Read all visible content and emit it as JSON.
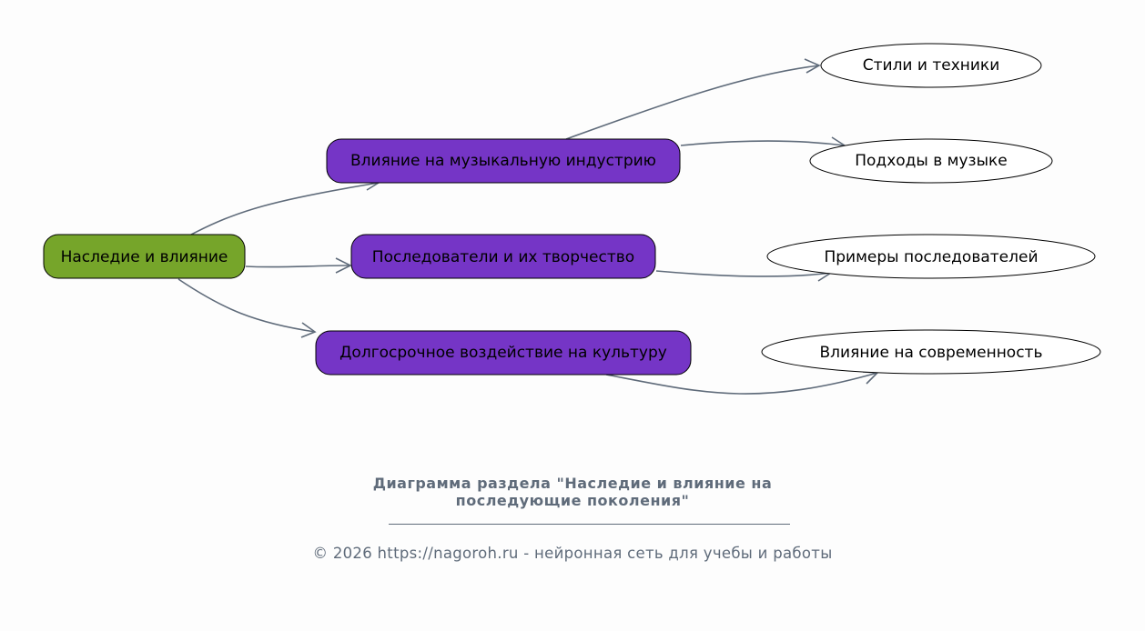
{
  "diagram": {
    "colors": {
      "root_fill": "#76a52a",
      "branch_fill": "#7535c6",
      "leaf_fill": "#ffffff",
      "edge": "#5f6b7a",
      "caption": "#5f6b7a"
    },
    "root": {
      "label": "Наследие и влияние"
    },
    "branches": [
      {
        "label": "Влияние на музыкальную индустрию"
      },
      {
        "label": "Последователи и их творчество"
      },
      {
        "label": "Долгосрочное воздействие на культуру"
      }
    ],
    "leaves": [
      {
        "label": "Стили и техники",
        "parent": 0
      },
      {
        "label": "Подходы в музыке",
        "parent": 0
      },
      {
        "label": "Примеры последователей",
        "parent": 1
      },
      {
        "label": "Влияние на современность",
        "parent": 2
      }
    ],
    "edges": [
      {
        "from": "Наследие и влияние",
        "to": "Влияние на музыкальную индустрию"
      },
      {
        "from": "Наследие и влияние",
        "to": "Последователи и их творчество"
      },
      {
        "from": "Наследие и влияние",
        "to": "Долгосрочное воздействие на культуру"
      },
      {
        "from": "Влияние на музыкальную индустрию",
        "to": "Стили и техники"
      },
      {
        "from": "Влияние на музыкальную индустрию",
        "to": "Подходы в музыке"
      },
      {
        "from": "Последователи и их творчество",
        "to": "Примеры последователей"
      },
      {
        "from": "Долгосрочное воздействие на культуру",
        "to": "Влияние на современность"
      }
    ]
  },
  "caption": {
    "title_line1": "Диаграмма раздела \"Наследие и влияние на",
    "title_line2": "последующие поколения\"",
    "footer": "© 2026 https://nagoroh.ru - нейронная сеть для учебы и работы"
  }
}
